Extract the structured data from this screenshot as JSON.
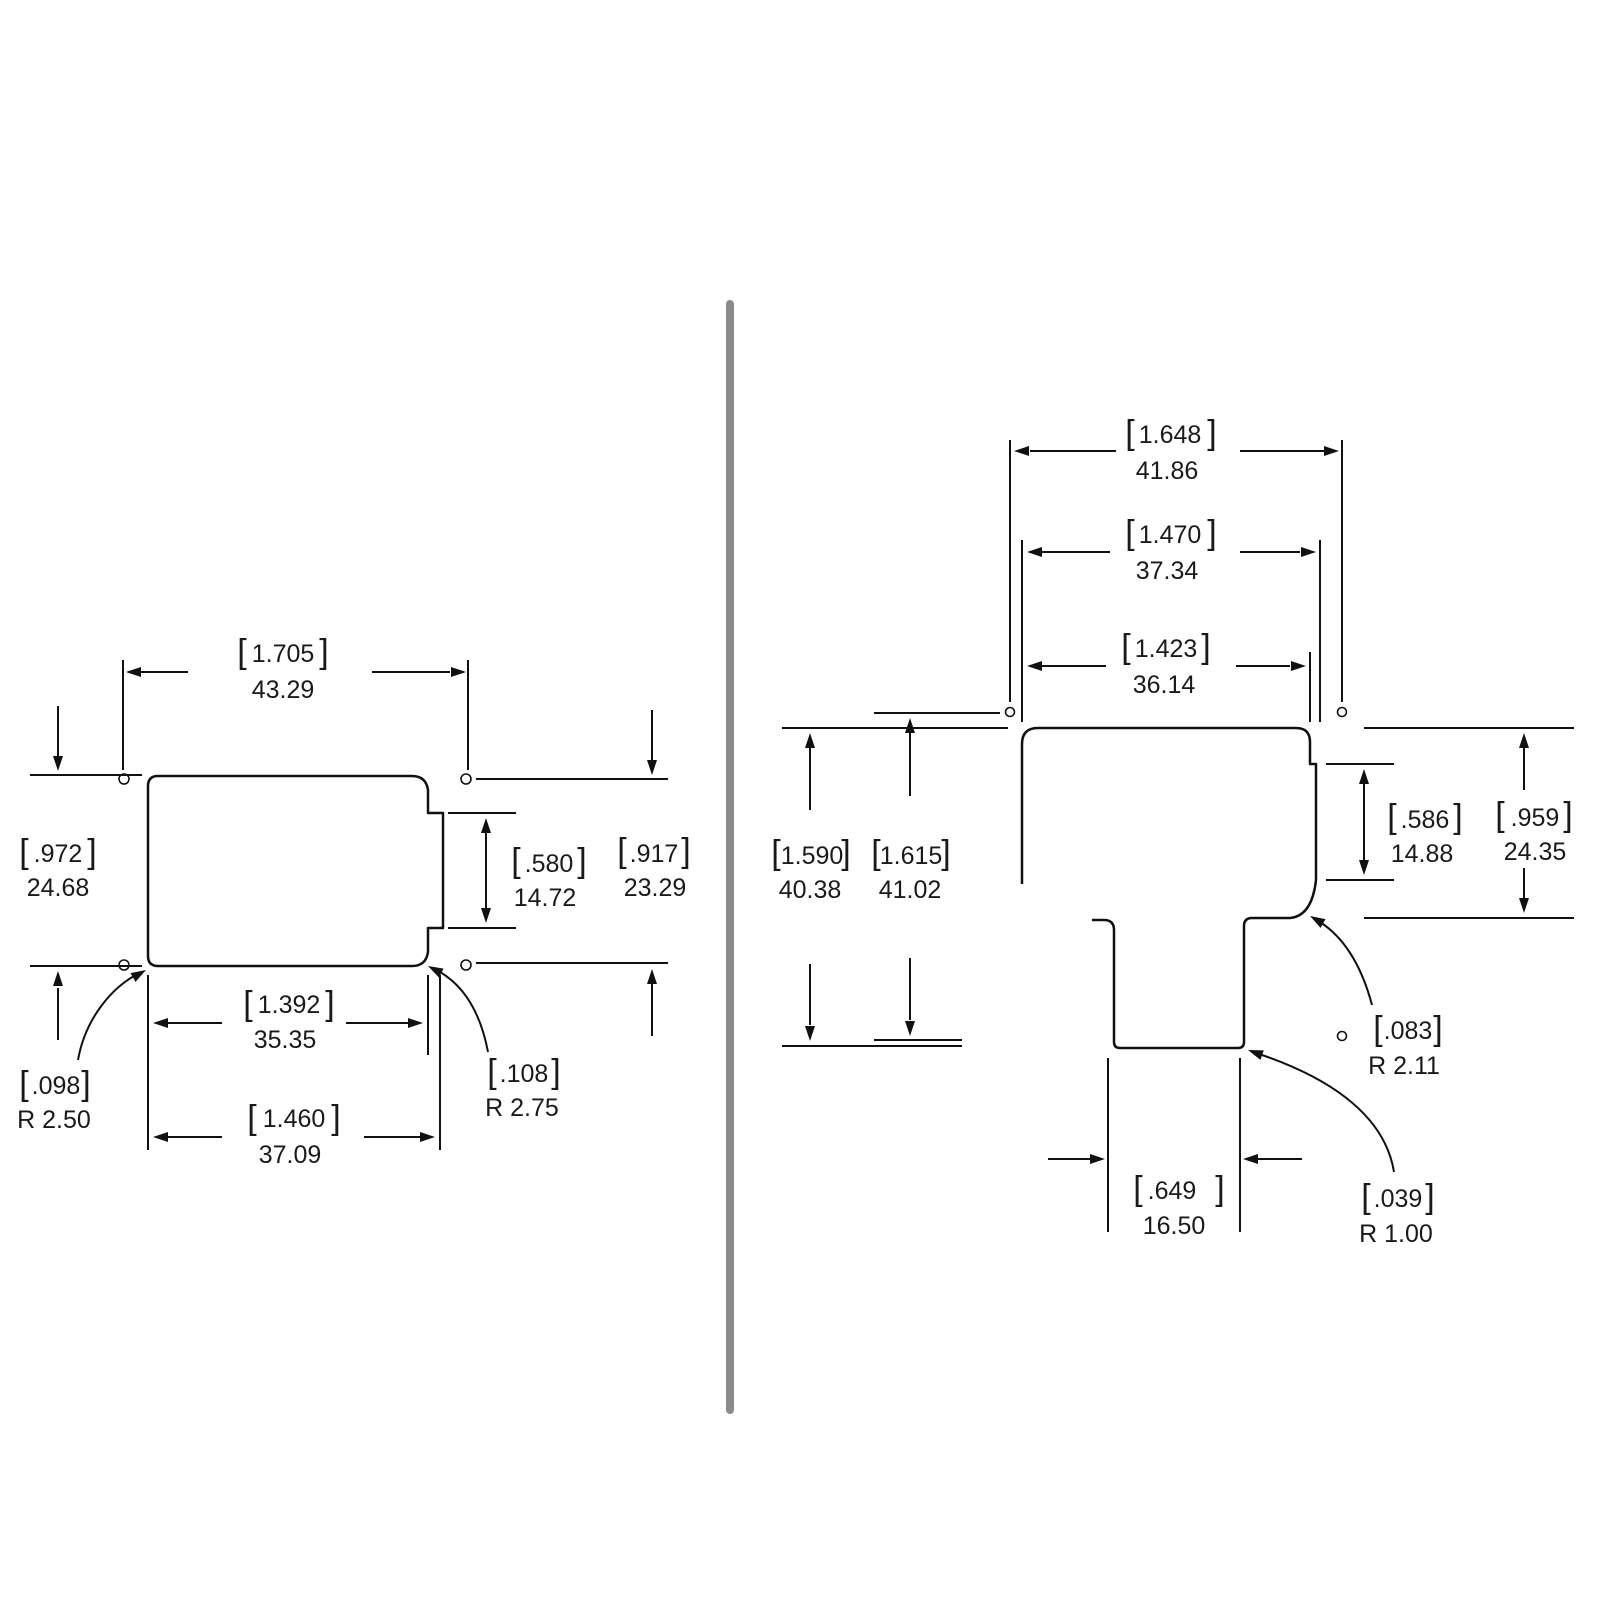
{
  "left_view": {
    "width_overall": {
      "inch": "1.705",
      "mm": "43.29"
    },
    "height_left": {
      "inch": ".972",
      "mm": "24.68"
    },
    "tab_height": {
      "inch": ".580",
      "mm": "14.72"
    },
    "height_right": {
      "inch": ".917",
      "mm": "23.29"
    },
    "width_inner": {
      "inch": "1.392",
      "mm": "35.35"
    },
    "width_body": {
      "inch": "1.460",
      "mm": "37.09"
    },
    "radius_left": {
      "inch": ".098",
      "mm": "R 2.50"
    },
    "radius_right": {
      "inch": ".108",
      "mm": "R 2.75"
    }
  },
  "right_view": {
    "width_overall": {
      "inch": "1.648",
      "mm": "41.86"
    },
    "width_mid": {
      "inch": "1.470",
      "mm": "37.34"
    },
    "width_inner": {
      "inch": "1.423",
      "mm": "36.14"
    },
    "height_a": {
      "inch": "1.590",
      "mm": "40.38"
    },
    "height_b": {
      "inch": "1.615",
      "mm": "41.02"
    },
    "tab_height": {
      "inch": ".586",
      "mm": "14.88"
    },
    "height_right": {
      "inch": ".959",
      "mm": "24.35"
    },
    "radius_shoulder": {
      "inch": ".083",
      "mm": "R 2.11"
    },
    "stem_width": {
      "inch": ".649",
      "mm": "16.50"
    },
    "radius_stem": {
      "inch": ".039",
      "mm": "R 1.00"
    }
  },
  "colors": {
    "ink": "#111111",
    "divider": "#8a8a8a",
    "background": "#ffffff"
  }
}
